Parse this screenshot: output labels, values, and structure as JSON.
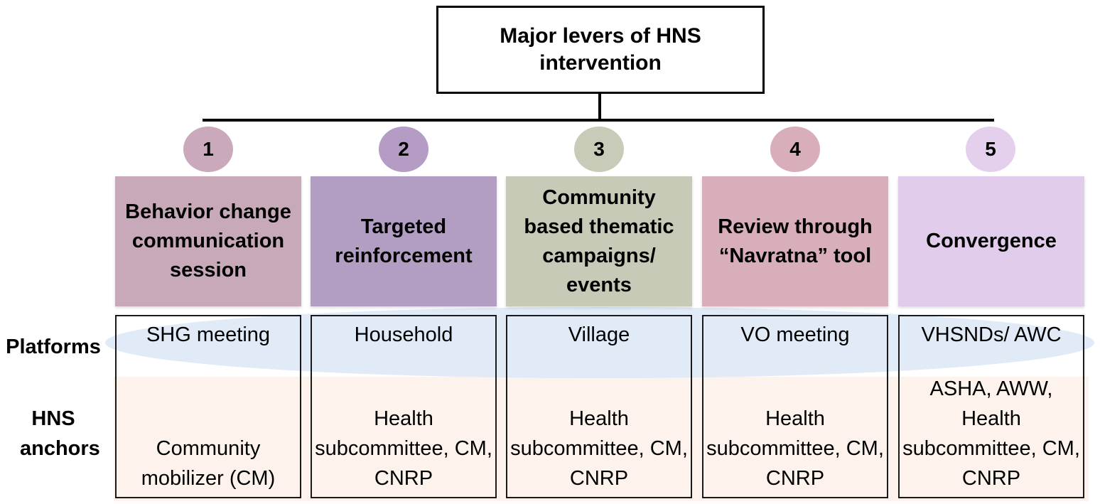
{
  "title": "Major levers of HNS intervention",
  "row_labels": {
    "platforms": "Platforms",
    "anchors": "HNS anchors"
  },
  "levers": [
    {
      "number": "1",
      "label": "Behavior change communication session",
      "platform": "SHG meeting",
      "anchor": "Community mobilizer (CM)",
      "circle_color": "#c9a9bb",
      "box_color": "#c8a9b9"
    },
    {
      "number": "2",
      "label": "Targeted reinforcement",
      "platform": "Household",
      "anchor": "Health subcommittee, CM, CNRP",
      "circle_color": "#b49cc4",
      "box_color": "#b29ec3"
    },
    {
      "number": "3",
      "label": "Community based thematic campaigns/ events",
      "platform": "Village",
      "anchor": "Health subcommittee, CM, CNRP",
      "circle_color": "#c9cbb9",
      "box_color": "#c8cab8"
    },
    {
      "number": "4",
      "label": "Review through “Navratna” tool",
      "platform": "VO meeting",
      "anchor": "Health subcommittee, CM, CNRP",
      "circle_color": "#d9aebb",
      "box_color": "#d9aebb"
    },
    {
      "number": "5",
      "label": "Convergence",
      "platform": "VHSNDs/ AWC",
      "anchor": "ASHA, AWW, Health subcommittee, CM, CNRP",
      "circle_color": "#e4d0ec",
      "box_color": "#e1cdeb"
    }
  ]
}
